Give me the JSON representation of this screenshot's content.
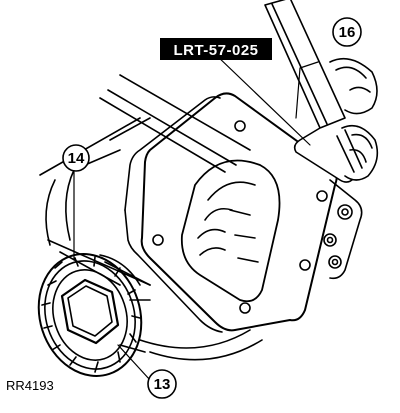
{
  "tool_label": "LRT-57-025",
  "callouts": {
    "c14": "14",
    "c16": "16",
    "c13": "13"
  },
  "figure_ref": "RR4193"
}
